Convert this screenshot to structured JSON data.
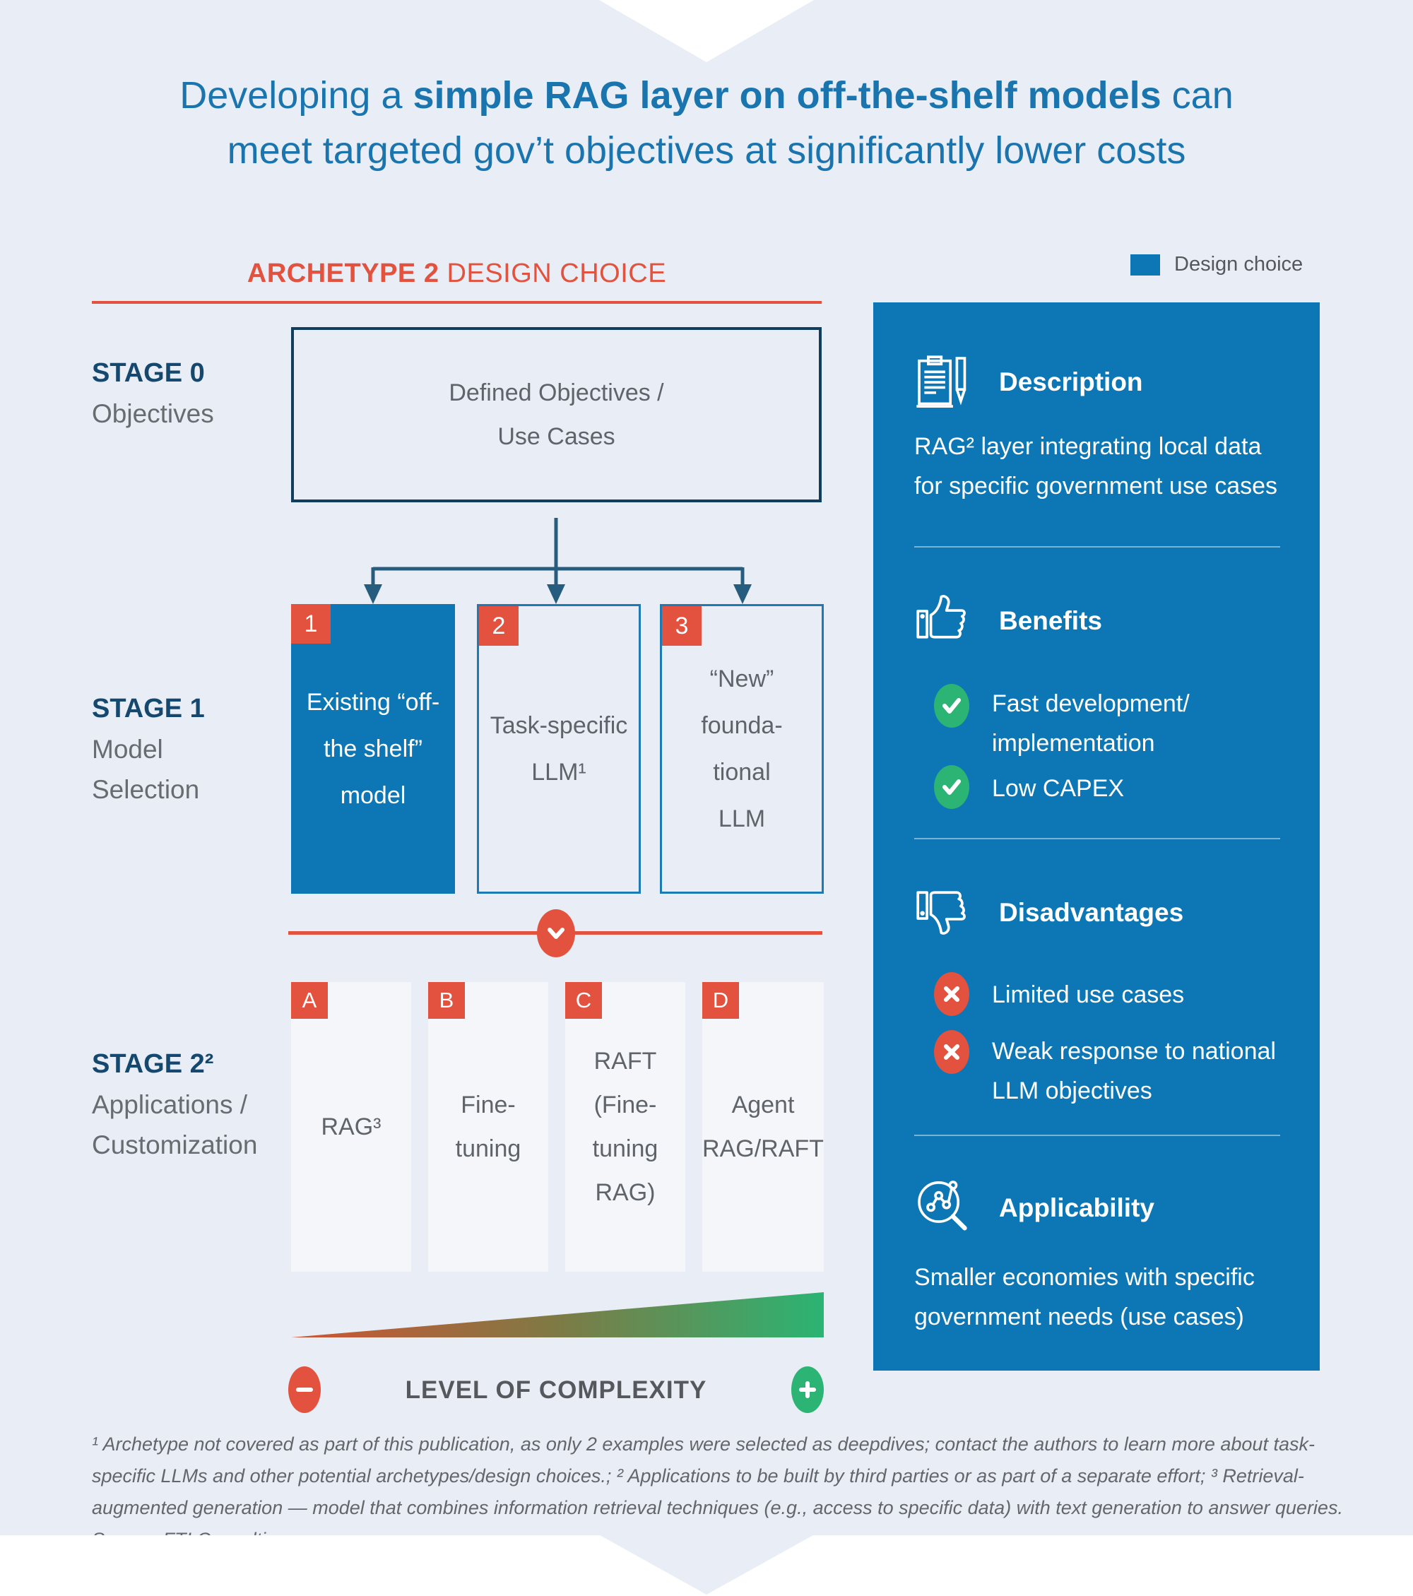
{
  "colors": {
    "background": "#e9edf5",
    "brand_blue": "#0d76b4",
    "accent_red": "#e2523f",
    "navy": "#15486f",
    "green": "#2bb473",
    "gray_text": "#5f646a",
    "title_blue": "#1a75af"
  },
  "title": {
    "line1_regular": "Developing a ",
    "line1_bold": "simple RAG layer on off-the-shelf models",
    "line1_suffix": " can",
    "line2": "meet targeted gov’t objectives at significantly lower costs"
  },
  "legend": {
    "label": "Design choice",
    "swatch_icon": "design-choice-swatch"
  },
  "flow": {
    "header_bold": "ARCHETYPE 2",
    "header_rest": " DESIGN CHOICE",
    "stage0": {
      "label": "STAGE 0",
      "sub1": "Objectives",
      "box_line1": "Defined Objectives /",
      "box_line2": "Use Cases"
    },
    "stage1": {
      "label": "STAGE 1",
      "sub1": "Model",
      "sub2": "Selection",
      "boxes": [
        {
          "tag": "1",
          "line1": "Existing “off-",
          "line2": "the shelf”",
          "line3": "model",
          "selected": true
        },
        {
          "tag": "2",
          "line1": "Task-specific",
          "line2": "LLM¹",
          "selected": false
        },
        {
          "tag": "3",
          "line1": "“New”",
          "line2": "founda-",
          "line3": "tional",
          "line4": "LLM",
          "selected": false
        }
      ]
    },
    "stage2": {
      "label": "STAGE 2²",
      "sub1": "Applications /",
      "sub2": "Customization",
      "boxes": [
        {
          "tag": "A",
          "line1": "RAG³"
        },
        {
          "tag": "B",
          "line1": "Fine-",
          "line2": "tuning"
        },
        {
          "tag": "C",
          "line1": "RAFT",
          "line2": "(Fine-",
          "line3": "tuning",
          "line4": "RAG)"
        },
        {
          "tag": "D",
          "line1": "Agent",
          "line2": "RAG/RAFT"
        }
      ]
    },
    "complexity": {
      "label": "LEVEL OF COMPLEXITY",
      "minus_icon": "minus-icon",
      "plus_icon": "plus-icon"
    }
  },
  "panel": {
    "description": {
      "icon": "clipboard-pen-icon",
      "heading": "Description",
      "line1": "RAG² layer integrating local data",
      "line2": "for specific government use cases"
    },
    "benefits": {
      "icon": "thumbs-up-icon",
      "heading": "Benefits",
      "items": [
        {
          "icon": "check-icon",
          "line1": "Fast development/",
          "line2": "implementation"
        },
        {
          "icon": "check-icon",
          "line1": "Low CAPEX"
        }
      ]
    },
    "disadvantages": {
      "icon": "thumbs-down-icon",
      "heading": "Disadvantages",
      "items": [
        {
          "icon": "x-icon",
          "line1": "Limited use cases"
        },
        {
          "icon": "x-icon",
          "line1": "Weak response to national",
          "line2": "LLM objectives"
        }
      ]
    },
    "applicability": {
      "icon": "magnifier-network-icon",
      "heading": "Applicability",
      "line1": "Smaller economies with specific",
      "line2": "government needs (use cases)"
    }
  },
  "footnotes": {
    "line1": "¹ Archetype not covered as part of this publication, as only 2 examples were selected as deepdives; contact the authors to learn more about task-",
    "line2": "specific LLMs and other potential archetypes/design choices.; ² Applications to be built by third parties or as part of a separate effort; ³ Retrieval-",
    "line3": "augmented generation — model that combines information retrieval techniques (e.g., access to specific data) with text generation to answer queries.",
    "source": "Source: FTI Consulting"
  }
}
